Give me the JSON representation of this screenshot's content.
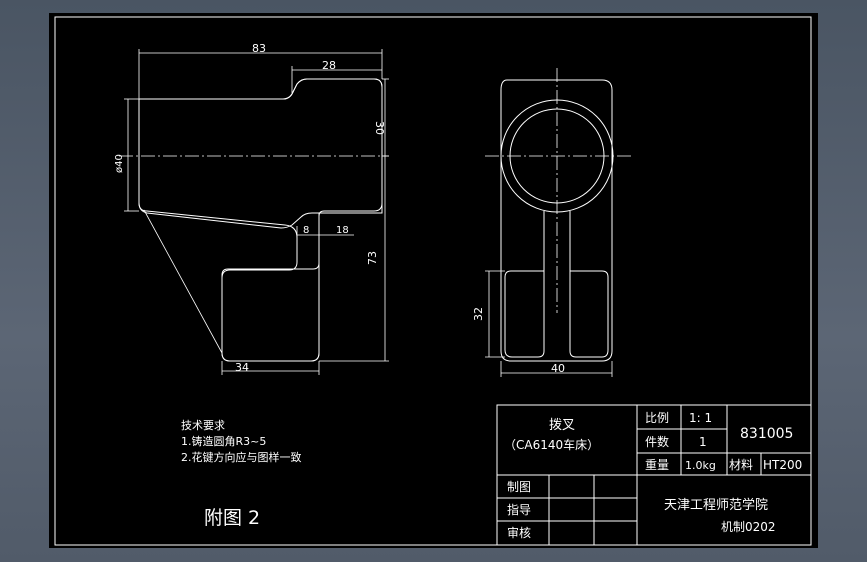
{
  "drawing": {
    "dims": {
      "d83": "83",
      "d28": "28",
      "d30": "30",
      "d40": "ø40",
      "d73": "73",
      "d8": "8",
      "d18": "18",
      "d34": "34",
      "d32": "32",
      "d40b": "40"
    }
  },
  "notes": {
    "heading": "技术要求",
    "items": [
      "1.铸造圆角R3~5",
      "2.花键方向应与图样一致"
    ]
  },
  "figure_label": "附图 2",
  "title_block": {
    "part_name": "拨叉",
    "machine": "（CA6140车床）",
    "scale_label": "比例",
    "scale_value": "1: 1",
    "qty_label": "件数",
    "qty_value": "1",
    "weight_label": "重量",
    "weight_value": "1.0kg",
    "material_label": "材料",
    "material_value": "HT200",
    "drawing_no": "831005",
    "drawn_label": "制图",
    "guide_label": "指导",
    "review_label": "审核",
    "school": "天津工程师范学院",
    "class_code": "机制0202"
  }
}
